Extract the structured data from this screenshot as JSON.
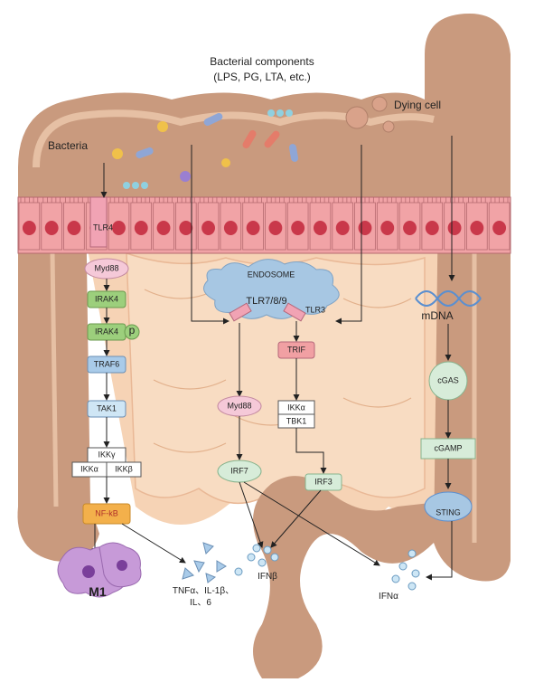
{
  "labels": {
    "bacterial_components_line1": "Bacterial components",
    "bacterial_components_line2": "(LPS, PG, LTA, etc.)",
    "bacteria": "Bacteria",
    "dying_cell": "Dying cell",
    "endosome": "ENDOSOME",
    "tlr789": "TLR7/8/9",
    "tlr3": "TLR3",
    "tlr4": "TLR4",
    "mdna": "mDNA",
    "m1": "M1",
    "cytokines_line1": "TNFα、IL-1β、",
    "cytokines_line2": "IL、6",
    "ifnb": "IFNβ",
    "ifna": "IFNα",
    "phospho": "p"
  },
  "nodes": {
    "myd88_left": "Myd88",
    "irak4_a": "IRAK4",
    "irak4_b": "IRAK4",
    "traf6": "TRAF6",
    "tak1": "TAK1",
    "ikkg": "IKKγ",
    "ikka_left": "IKKα",
    "ikkb": "IKKβ",
    "nfkb": "NF-kB",
    "myd88_mid": "Myd88",
    "irf7": "IRF7",
    "trif": "TRIF",
    "ikka_mid": "IKKα",
    "tbk1": "TBK1",
    "irf3": "IRF3",
    "cgas": "cGAS",
    "cgamp": "cGAMP",
    "sting": "STING"
  },
  "colors": {
    "intestine": "#c99a7e",
    "intestine_dark": "#a97a60",
    "lumen": "#f6d3b5",
    "epithelium": "#f1a3a6",
    "nucleus": "#c9384a",
    "endosome": "#a7c7e3",
    "myd88": "#f5c9d8",
    "irak4": "#9ccf7c",
    "traf6": "#a9cbe9",
    "tak1": "#cfe6f5",
    "nfkb": "#f3b04b",
    "trif": "#f1a0a3",
    "irf7": "#d7ecd9",
    "irf3": "#d7ecd9",
    "cgas": "#d7ecd9",
    "cgamp": "#d7ecd9",
    "macrophage": "#c79ad8"
  }
}
